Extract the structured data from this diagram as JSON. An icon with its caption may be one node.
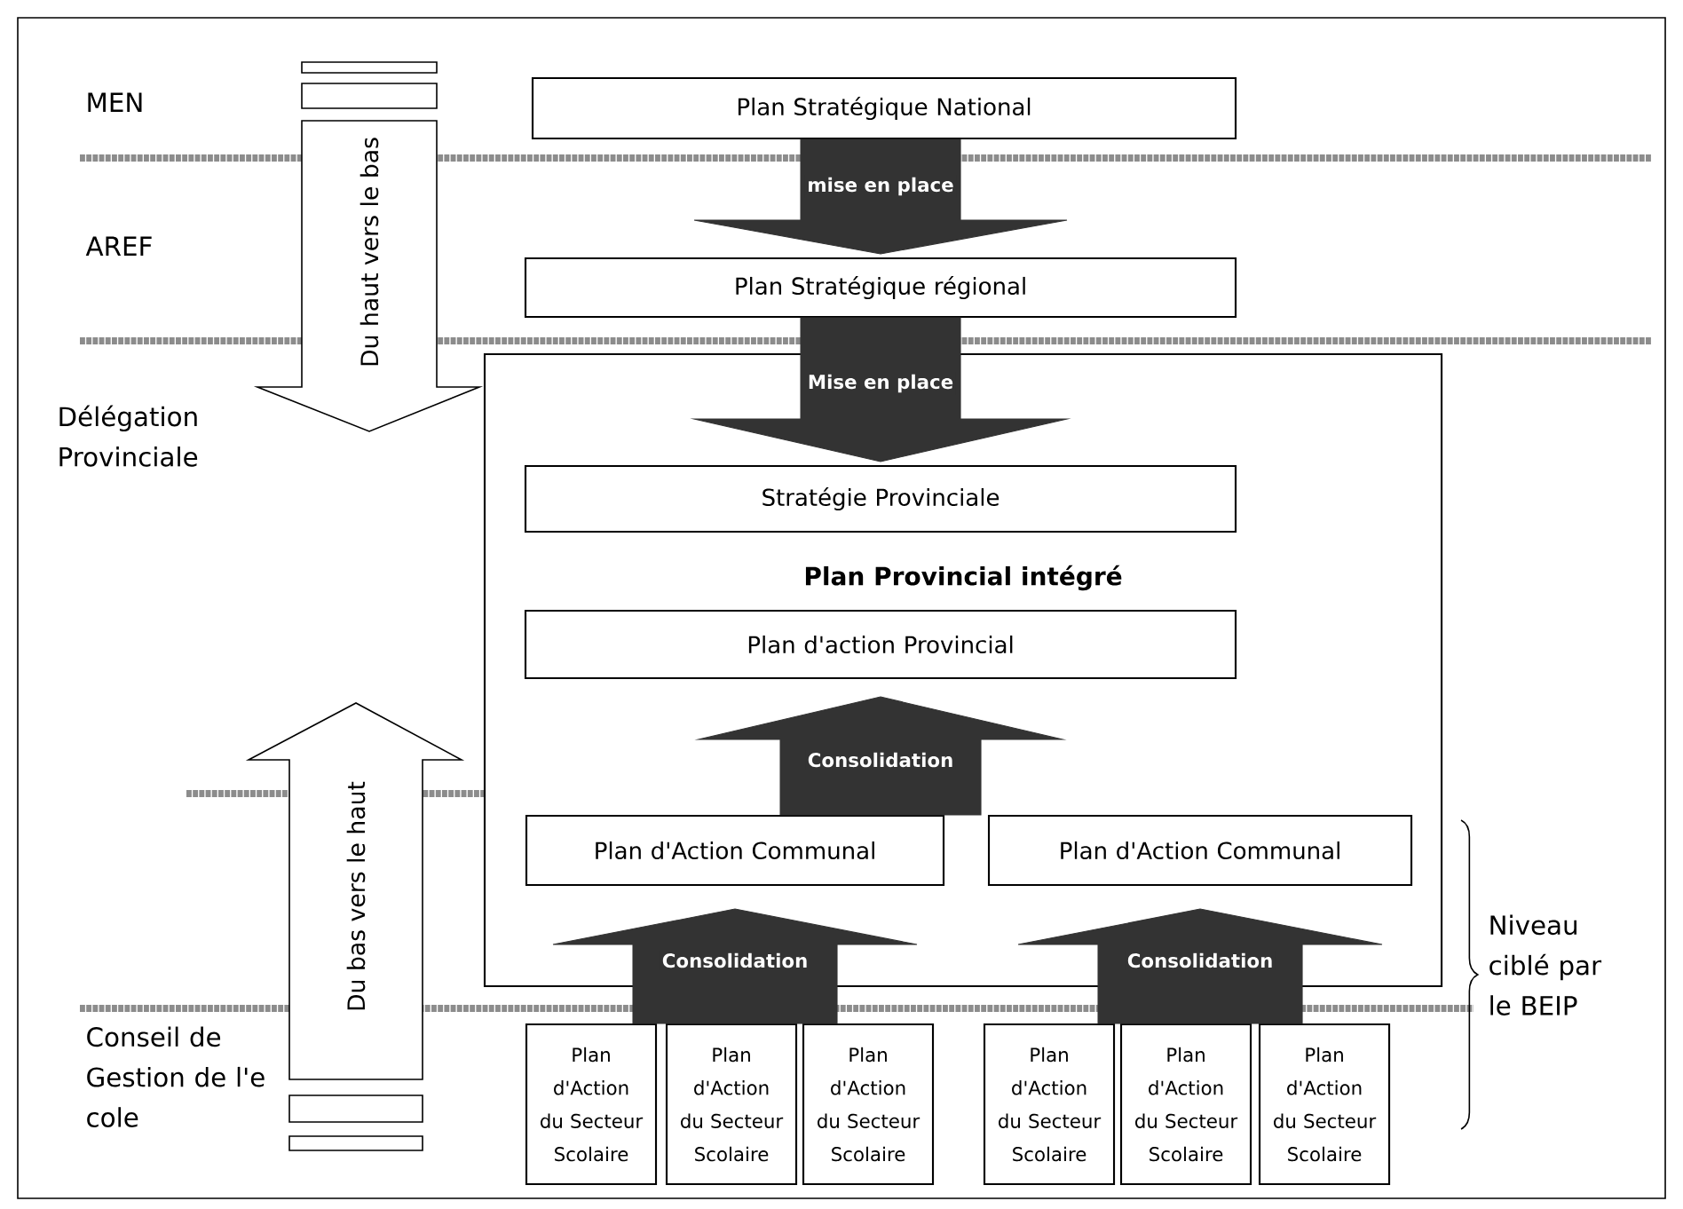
{
  "diagram": {
    "nodes": [
      {
        "text": [
          "Plan Stratégique National"
        ]
      },
      {
        "text": [
          "Plan Stratégique régional"
        ]
      },
      {
        "text": [
          "Plan Provincial intégré"
        ]
      },
      {
        "text": [
          "Stratégie Provinciale"
        ],
        "in": 2
      },
      {
        "text": [
          "Plan d'action Provincial"
        ],
        "in": 2
      },
      {
        "text": [
          "Plan d'Action Communal"
        ],
        "in": 2
      },
      {
        "text": [
          "Plan d'Action Communal"
        ],
        "in": 2
      },
      {
        "text": [
          "Plan d'Action du Secteur Scolaire"
        ]
      },
      {
        "text": [
          "Plan d'Action du Secteur Scolaire"
        ]
      },
      {
        "text": [
          "Plan d'Action du Secteur Scolaire"
        ]
      },
      {
        "text": [
          "Plan d'Action du Secteur Scolaire"
        ]
      },
      {
        "text": [
          "Plan d'Action du Secteur Scolaire"
        ]
      },
      {
        "text": [
          "Plan d'Action du Secteur Scolaire"
        ]
      }
    ],
    "edges": [
      {
        "from": 0,
        "to": 1,
        "arrow": "to",
        "label": "mise en place"
      },
      {
        "from": 1,
        "to": 3,
        "arrow": "to",
        "label": "Mise en place"
      },
      {
        "from": 5,
        "to": 4,
        "arrow": "to",
        "label": "Consolidation"
      },
      {
        "from": 6,
        "to": 4,
        "arrow": "to"
      },
      {
        "from": 7,
        "to": 5,
        "arrow": "to",
        "label": "Consolidation"
      },
      {
        "from": 8,
        "to": 5,
        "arrow": "to"
      },
      {
        "from": 9,
        "to": 5,
        "arrow": "to"
      },
      {
        "from": 10,
        "to": 6,
        "arrow": "to",
        "label": "Consolidation"
      },
      {
        "from": 11,
        "to": 6,
        "arrow": "to"
      },
      {
        "from": 12,
        "to": 6,
        "arrow": "to"
      }
    ],
    "labels": [
      "MEN",
      "Du haut vers le bas",
      "AREF",
      "Délégation Provinciale",
      "Du bas vers le haut",
      "Niveau ciblé par le BEIP",
      "Conseil de Gestion de l'e cole"
    ]
  }
}
